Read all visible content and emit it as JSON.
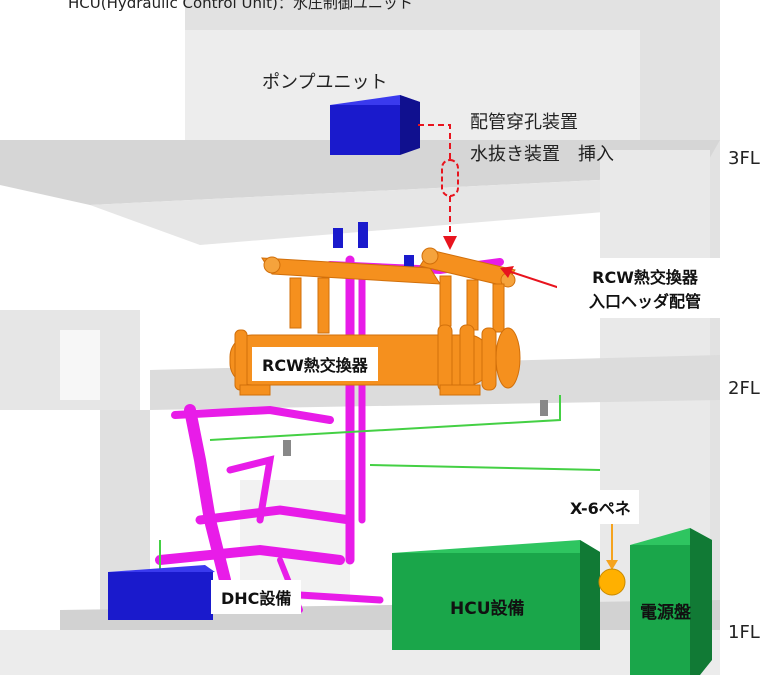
{
  "header": {
    "note": "HCU(Hydraulic Control Unit)：水圧制御ユニット"
  },
  "labels": {
    "pump_unit": "ポンプユニット",
    "pipe_drilling": "配管穿孔装置",
    "drain_device": "水抜き装置　挿入",
    "rcw_header_line1": "RCW熱交換器",
    "rcw_header_line2": "入口ヘッダ配管",
    "rcw_exchanger": "RCW熱交換器",
    "x6_penetration": "X-6ペネ",
    "dhc_equipment": "DHC設備",
    "hcu_equipment": "HCU設備",
    "power_panel": "電源盤"
  },
  "floors": {
    "f3": "3FL",
    "f2": "2FL",
    "f1": "1FL"
  },
  "colors": {
    "pump": "#1a1acc",
    "exchanger": "#f5901e",
    "pipe_magenta": "#e81ce8",
    "equipment_green": "#1aa64a",
    "arrow_red": "#e8141e",
    "arrow_orange": "#f5a31e"
  }
}
